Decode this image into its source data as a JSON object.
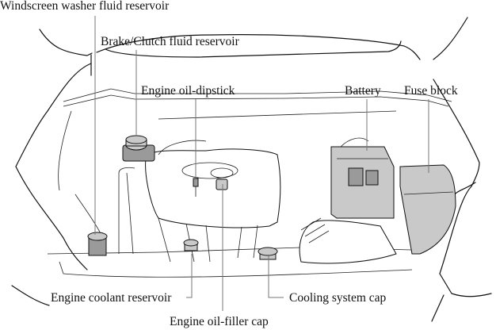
{
  "diagram": {
    "title": "Engine compartment overview",
    "labels": {
      "windscreen_washer": "Windscreen washer fluid reservoir",
      "brake_clutch": "Brake/Clutch fluid reservoir",
      "oil_dipstick": "Engine oil-dipstick",
      "battery": "Battery",
      "fuse_block": "Fuse block",
      "coolant_reservoir": "Engine coolant reservoir",
      "cooling_cap": "Cooling system cap",
      "oil_filler_cap": "Engine oil-filler cap"
    },
    "colors": {
      "line": "#111111",
      "leader": "#777777",
      "component_fill": "#c9c9c9",
      "background": "#ffffff"
    }
  }
}
